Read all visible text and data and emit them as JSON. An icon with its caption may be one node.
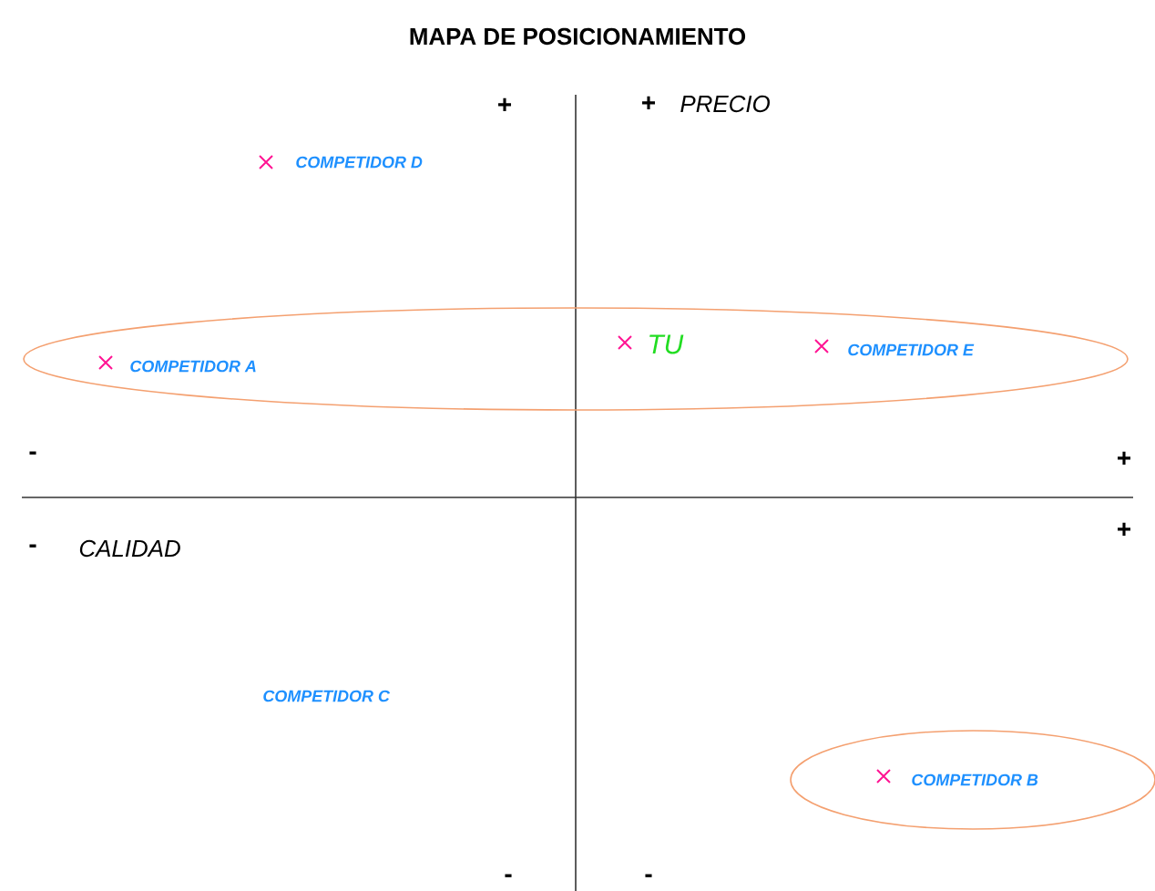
{
  "diagram": {
    "title": "MAPA DE POSICIONAMIENTO",
    "nodes": [
      {
        "text": [
          "COMPETIDOR A",
          "TU",
          "COMPETIDOR E"
        ]
      },
      {
        "text": [
          "COMPETIDOR B"
        ]
      }
    ],
    "labels": [
      "+",
      "+",
      "PRECIO",
      "COMPETIDOR D",
      "-",
      "+",
      "+",
      "-",
      "CALIDAD",
      "COMPETIDOR C",
      "-",
      "-"
    ]
  }
}
